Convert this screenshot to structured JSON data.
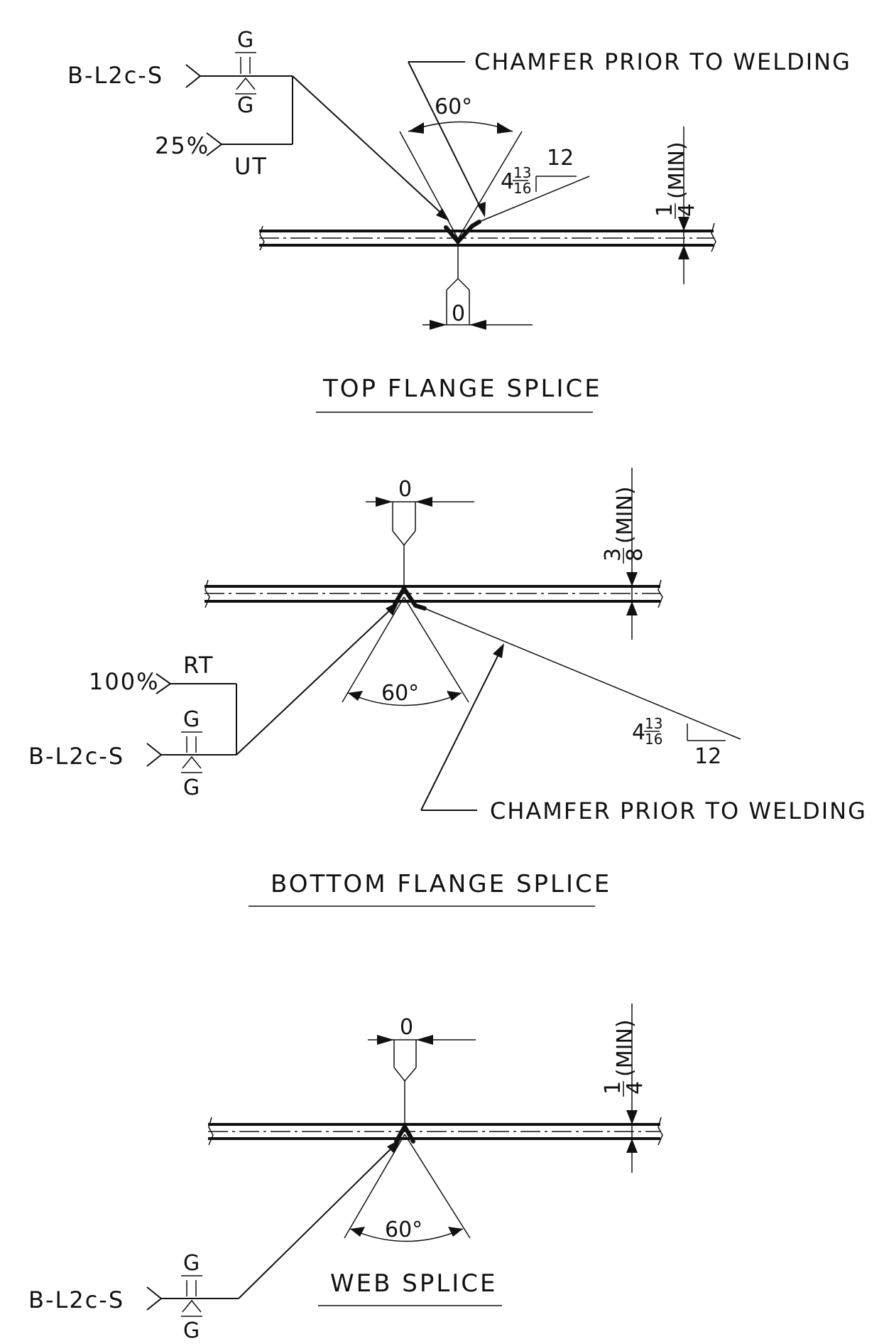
{
  "top": {
    "process": "B-L2c-S",
    "g_top": "G",
    "g_bottom": "G",
    "percent": "25%",
    "test": "UT",
    "note": "CHAMFER PRIOR TO WELDING",
    "angle": "60°",
    "slope_whole": "4",
    "slope_num": "13",
    "slope_den": "16",
    "slope_run": "12",
    "thk_num": "1",
    "thk_den": "4",
    "thk_suffix": "(MIN)",
    "gap": "0",
    "title": "TOP FLANGE SPLICE"
  },
  "bottom": {
    "gap": "0",
    "thk_num": "3",
    "thk_den": "8",
    "thk_suffix": "(MIN)",
    "test": "RT",
    "percent": "100%",
    "g_top": "G",
    "g_bottom": "G",
    "process": "B-L2c-S",
    "angle": "60°",
    "slope_whole": "4",
    "slope_num": "13",
    "slope_den": "16",
    "slope_run": "12",
    "note": "CHAMFER PRIOR TO WELDING",
    "title": "BOTTOM FLANGE SPLICE"
  },
  "web": {
    "gap": "0",
    "thk_num": "1",
    "thk_den": "4",
    "thk_suffix": "(MIN)",
    "angle": "60°",
    "g_top": "G",
    "g_bottom": "G",
    "process": "B-L2c-S",
    "title": "WEB SPLICE"
  }
}
